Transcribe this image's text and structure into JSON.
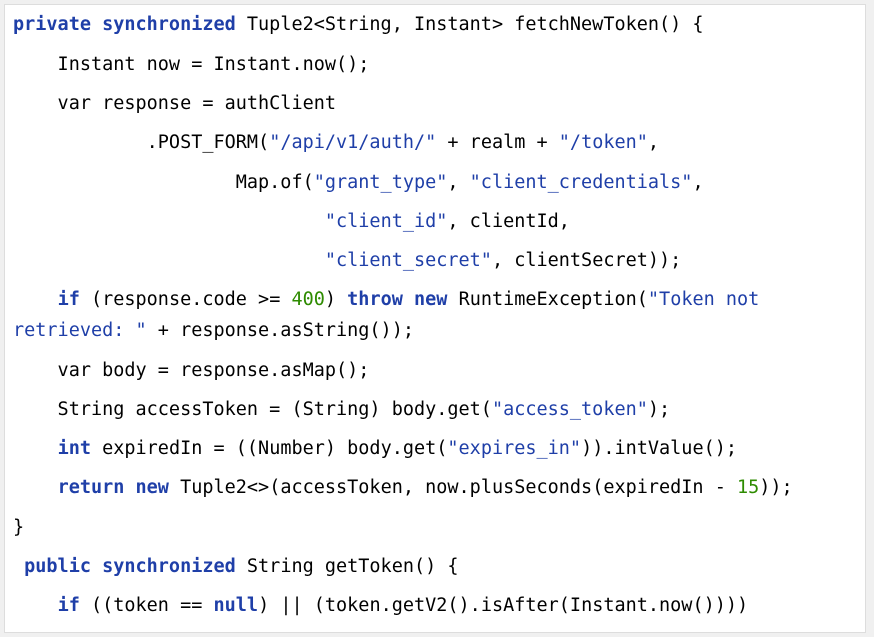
{
  "code": {
    "lines": [
      [
        {
          "k": "kw",
          "t": "private"
        },
        {
          "k": "pl",
          "t": " "
        },
        {
          "k": "kw",
          "t": "synchronized"
        },
        {
          "k": "pl",
          "t": " Tuple2<String, Instant> fetchNewToken() {"
        }
      ],
      [
        {
          "k": "pl",
          "t": "    Instant now = Instant.now();"
        }
      ],
      [
        {
          "k": "pl",
          "t": "    var response = authClient"
        }
      ],
      [
        {
          "k": "pl",
          "t": "            .POST_FORM("
        },
        {
          "k": "str",
          "t": "\"/api/v1/auth/\""
        },
        {
          "k": "pl",
          "t": " + realm + "
        },
        {
          "k": "str",
          "t": "\"/token\""
        },
        {
          "k": "pl",
          "t": ","
        }
      ],
      [
        {
          "k": "pl",
          "t": "                    Map.of("
        },
        {
          "k": "str",
          "t": "\"grant_type\""
        },
        {
          "k": "pl",
          "t": ", "
        },
        {
          "k": "str",
          "t": "\"client_credentials\""
        },
        {
          "k": "pl",
          "t": ","
        }
      ],
      [
        {
          "k": "pl",
          "t": "                            "
        },
        {
          "k": "str",
          "t": "\"client_id\""
        },
        {
          "k": "pl",
          "t": ", clientId,"
        }
      ],
      [
        {
          "k": "pl",
          "t": "                            "
        },
        {
          "k": "str",
          "t": "\"client_secret\""
        },
        {
          "k": "pl",
          "t": ", clientSecret));"
        }
      ],
      [
        {
          "k": "pl",
          "t": "    "
        },
        {
          "k": "kw",
          "t": "if"
        },
        {
          "k": "pl",
          "t": " (response.code >= "
        },
        {
          "k": "num",
          "t": "400"
        },
        {
          "k": "pl",
          "t": ") "
        },
        {
          "k": "kw",
          "t": "throw"
        },
        {
          "k": "pl",
          "t": " "
        },
        {
          "k": "kw",
          "t": "new"
        },
        {
          "k": "pl",
          "t": " RuntimeException("
        },
        {
          "k": "str",
          "t": "\"Token not"
        }
      ],
      [
        {
          "k": "str",
          "t": "retrieved: \""
        },
        {
          "k": "pl",
          "t": " + response.asString());"
        }
      ],
      [
        {
          "k": "pl",
          "t": "    var body = response.asMap();"
        }
      ],
      [
        {
          "k": "pl",
          "t": "    String accessToken = (String) body.get("
        },
        {
          "k": "str",
          "t": "\"access_token\""
        },
        {
          "k": "pl",
          "t": ");"
        }
      ],
      [
        {
          "k": "pl",
          "t": "    "
        },
        {
          "k": "kw",
          "t": "int"
        },
        {
          "k": "pl",
          "t": " expiredIn = ((Number) body.get("
        },
        {
          "k": "str",
          "t": "\"expires_in\""
        },
        {
          "k": "pl",
          "t": ")).intValue();"
        }
      ],
      [
        {
          "k": "pl",
          "t": "    "
        },
        {
          "k": "kw",
          "t": "return"
        },
        {
          "k": "pl",
          "t": " "
        },
        {
          "k": "kw",
          "t": "new"
        },
        {
          "k": "pl",
          "t": " Tuple2<>(accessToken, now.plusSeconds(expiredIn - "
        },
        {
          "k": "num",
          "t": "15"
        },
        {
          "k": "pl",
          "t": "));"
        }
      ],
      [
        {
          "k": "pl",
          "t": "}"
        }
      ],
      [
        {
          "k": "pl",
          "t": " "
        },
        {
          "k": "kw",
          "t": "public"
        },
        {
          "k": "pl",
          "t": " "
        },
        {
          "k": "kw",
          "t": "synchronized"
        },
        {
          "k": "pl",
          "t": " String getToken() {"
        }
      ],
      [
        {
          "k": "pl",
          "t": "    "
        },
        {
          "k": "kw",
          "t": "if"
        },
        {
          "k": "pl",
          "t": " ((token == "
        },
        {
          "k": "kw",
          "t": "null"
        },
        {
          "k": "pl",
          "t": ") || (token.getV2().isAfter(Instant.now())))"
        }
      ]
    ]
  },
  "colors": {
    "keyword": "#1f3fa8",
    "string": "#1f3fa8",
    "number": "#2e8b00",
    "plain": "#000000",
    "background": "#ffffff",
    "frame": "#f0f0f0"
  }
}
